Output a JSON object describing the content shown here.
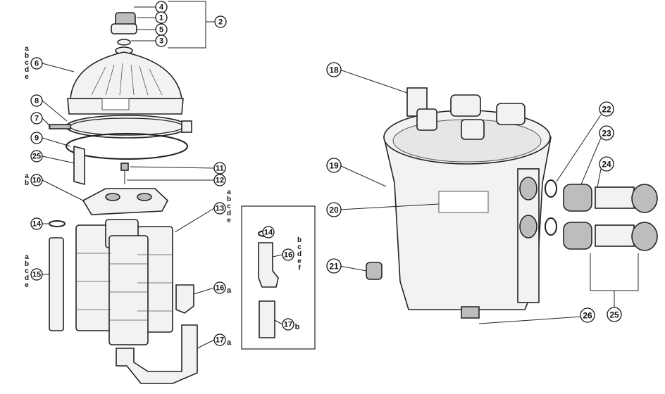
{
  "callouts": [
    {
      "label": "4"
    },
    {
      "label": "1"
    },
    {
      "label": "5"
    },
    {
      "label": "3"
    },
    {
      "label": "2"
    },
    {
      "label": "6"
    },
    {
      "label": "8"
    },
    {
      "label": "7"
    },
    {
      "label": "9"
    },
    {
      "label": "25"
    },
    {
      "label": "11"
    },
    {
      "label": "12"
    },
    {
      "label": "10"
    },
    {
      "label": "13"
    },
    {
      "label": "14"
    },
    {
      "label": "15"
    },
    {
      "label": "16",
      "suffix": "a"
    },
    {
      "label": "17",
      "suffix": "a"
    },
    {
      "label": "14"
    },
    {
      "label": "16"
    },
    {
      "label": "17",
      "suffix": "b"
    },
    {
      "label": "18"
    },
    {
      "label": "19"
    },
    {
      "label": "20"
    },
    {
      "label": "21"
    },
    {
      "label": "22"
    },
    {
      "label": "23"
    },
    {
      "label": "24"
    },
    {
      "label": "26"
    },
    {
      "label": "25"
    }
  ],
  "letter_stacks": [
    {
      "for": "6",
      "letters": [
        "a",
        "b",
        "c",
        "d",
        "e"
      ]
    },
    {
      "for": "10",
      "letters": [
        "a",
        "b"
      ]
    },
    {
      "for": "13",
      "letters": [
        "a",
        "b",
        "c",
        "d",
        "e"
      ]
    },
    {
      "for": "15",
      "letters": [
        "a",
        "b",
        "c",
        "d",
        "e"
      ]
    },
    {
      "for": "16-inset",
      "letters": [
        "b",
        "c",
        "d",
        "e",
        "f"
      ]
    }
  ]
}
